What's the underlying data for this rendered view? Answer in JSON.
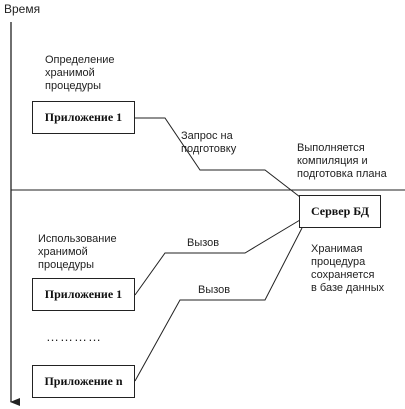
{
  "diagram": {
    "axis_label": "Время",
    "notes": {
      "definition": "Определение\nхранимой\nпроцедуры",
      "prepare_request": "Запрос на\nподготовку",
      "server_work": "Выполняется\nкомпиляция и\nподготовка плана",
      "usage": "Использование\nхранимой\nпроцедуры",
      "call_1": "Вызов",
      "call_n": "Вызов",
      "stored": "Хранимая\nпроцедура\nсохраняется\nв базе данных",
      "ellipsis": "…………"
    },
    "boxes": {
      "app1_top": "Приложение 1",
      "db_server": "Сервер БД",
      "app1_bottom": "Приложение 1",
      "appn": "Приложение n"
    }
  }
}
